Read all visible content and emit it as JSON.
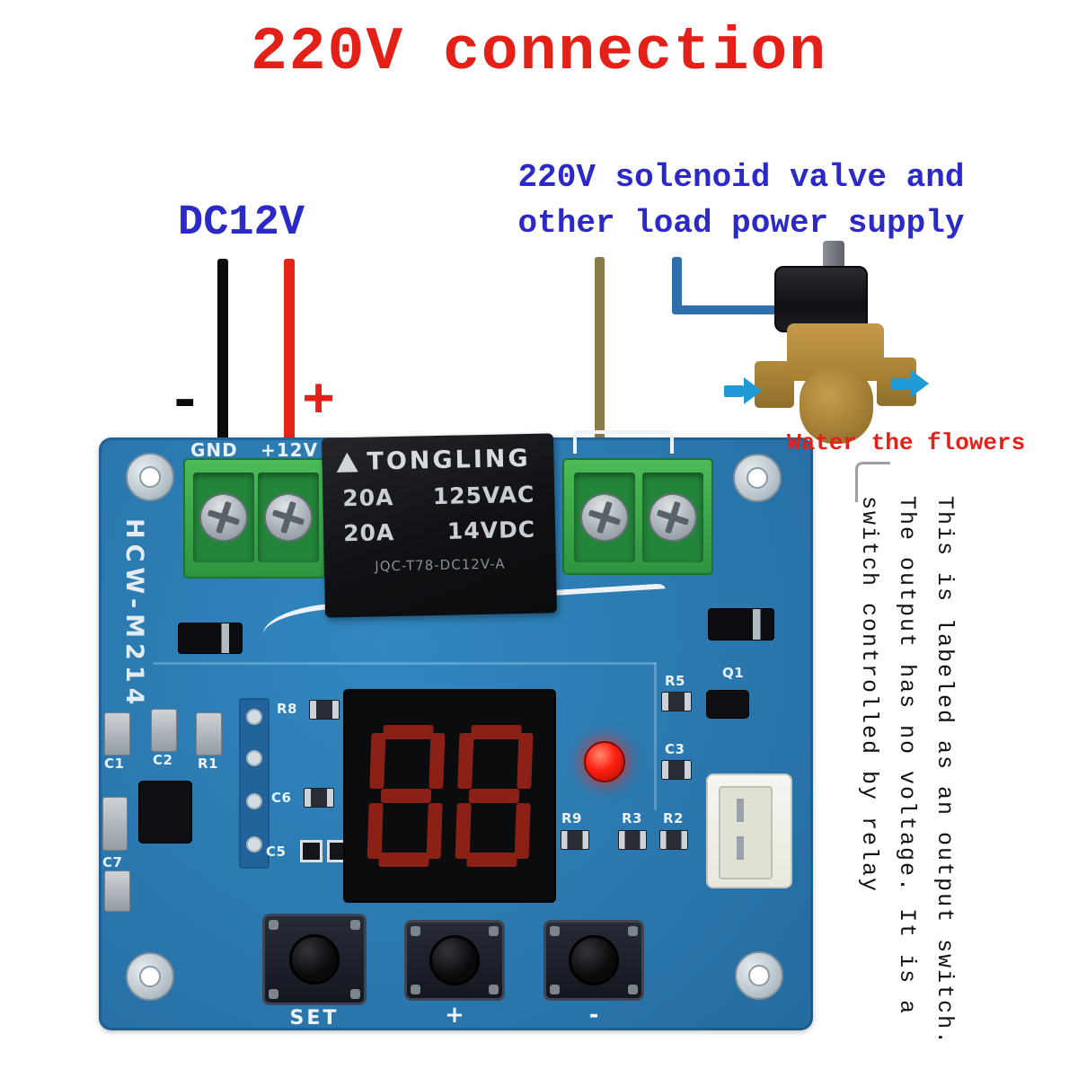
{
  "title": "220V connection",
  "annotations": {
    "dc12v": "DC12V",
    "minus": "-",
    "plus": "+",
    "load_power_line1": "220V solenoid valve and",
    "load_power_line2": "other load power supply",
    "water_the_flowers": "Water the flowers",
    "note_lines": [
      "This is labeled as an output switch.",
      "The output has no voltage. It is a",
      "switch controlled by relay"
    ]
  },
  "board": {
    "model": "HCW-M214",
    "terminals": {
      "gnd": "GND",
      "plus12v": "+12V"
    },
    "relay": {
      "brand": "TONGLING",
      "rating1_current": "20A",
      "rating1_voltage": "125VAC",
      "rating2_current": "20A",
      "rating2_voltage": "14VDC",
      "part_number": "JQC-T78-DC12V-A"
    },
    "display_value": "88",
    "buttons": [
      "SET",
      "+",
      "-"
    ],
    "refs": {
      "c1": "C1",
      "c2": "C2",
      "r1": "R1",
      "c7": "C7",
      "r8": "R8",
      "c6": "C6",
      "c5": "C5",
      "r5": "R5",
      "q1": "Q1",
      "c3": "C3",
      "r9": "R9",
      "r3": "R3",
      "r2": "R2"
    }
  },
  "colors": {
    "accent-red": "#e32119",
    "annotation-blue": "#2b2ac6",
    "wire-black": "#0c0c0c",
    "wire-red": "#e42417",
    "wire-olive": "#8a7a45",
    "wire-blue": "#2f6fae",
    "arrow-blue": "#1f9ad6",
    "pcb-blue": "#2c7db6",
    "terminal-green": "#3fae4a",
    "seg-red": "#8a2016",
    "led-red": "#ff2012",
    "brass": "#b18a3e"
  }
}
